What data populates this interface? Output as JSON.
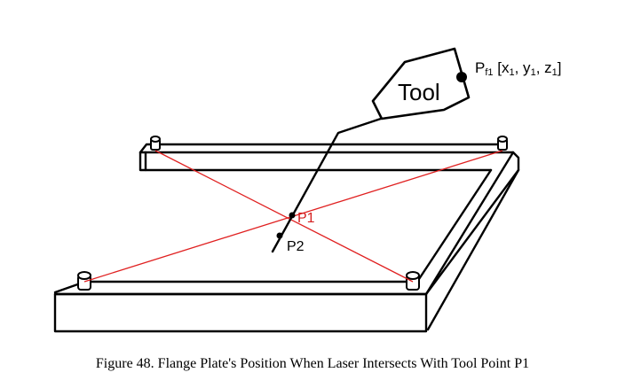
{
  "labels": {
    "tool": "Tool",
    "pf1_main": "P",
    "pf1_sub": "f1",
    "pf1_coords_prefix": " [x",
    "pf1_x_sub": "1",
    "pf1_sep1": ", y",
    "pf1_y_sub": "1",
    "pf1_sep2": ", z",
    "pf1_z_sub": "1",
    "pf1_close": "]",
    "p1": "P1",
    "p2": "P2"
  },
  "caption": "Figure 48.  Flange Plate's Position When Laser Intersects With Tool Point P1",
  "colors": {
    "outline": "#000000",
    "laser": "#e02020",
    "p1_label": "#d42020"
  }
}
